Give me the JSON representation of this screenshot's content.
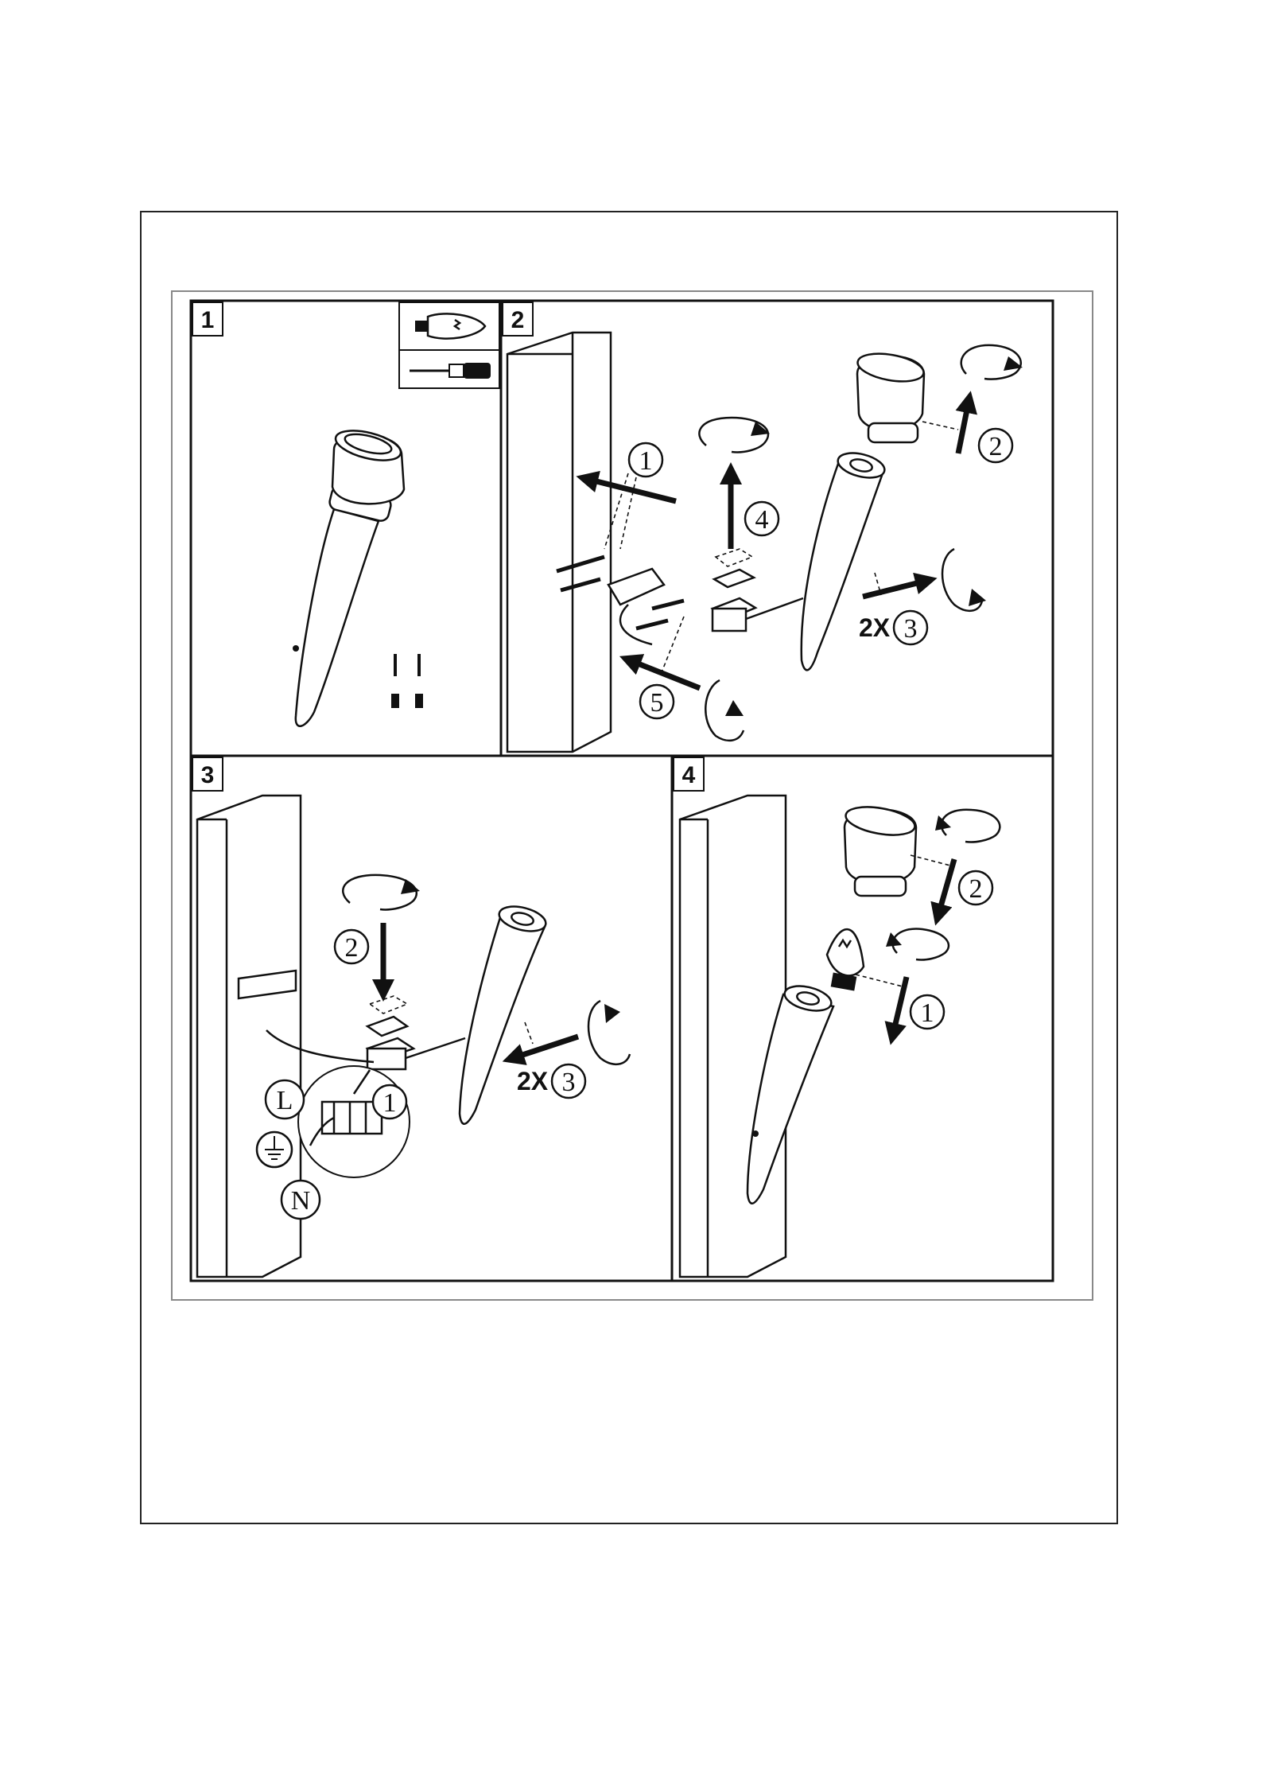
{
  "panels": [
    {
      "number": "1"
    },
    {
      "number": "2"
    },
    {
      "number": "3"
    },
    {
      "number": "4"
    }
  ],
  "step_labels": {
    "p2_one": "1",
    "p2_two": "2",
    "p2_three": "3",
    "p2_four": "4",
    "p2_five": "5",
    "p2_mult": "2X",
    "p3_one": "1",
    "p3_two": "2",
    "p3_three": "3",
    "p3_mult": "2X",
    "p3_live": "L",
    "p3_neutral": "N",
    "p4_one": "1",
    "p4_two": "2"
  }
}
